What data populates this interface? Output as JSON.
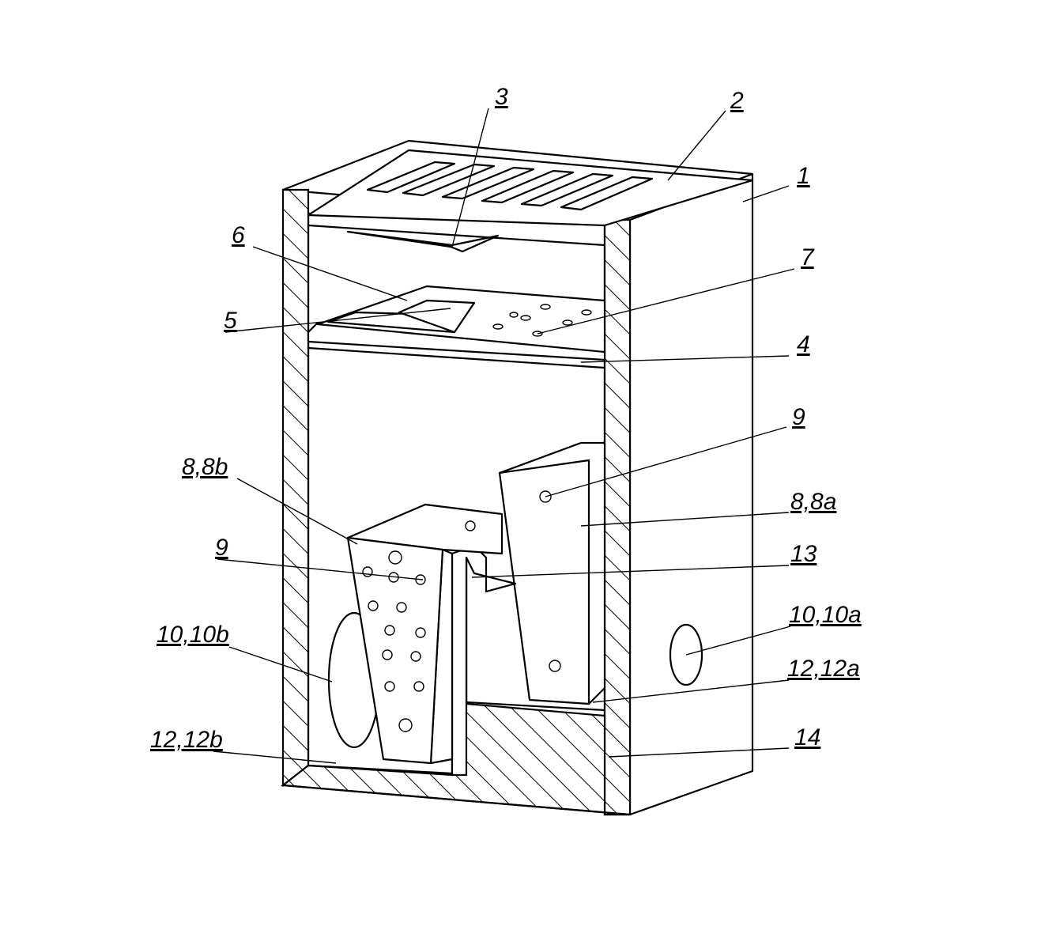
{
  "figure": {
    "labels": {
      "l1": "1",
      "l2": "2",
      "l3": "3",
      "l4": "4",
      "l5": "5",
      "l6": "6",
      "l7": "7",
      "l8a": "8,8a",
      "l8b": "8,8b",
      "l9a": "9",
      "l9b": "9",
      "l10a": "10,10a",
      "l10b": "10,10b",
      "l12a": "12,12a",
      "l12b": "12,12b",
      "l13": "13",
      "l14": "14"
    }
  }
}
